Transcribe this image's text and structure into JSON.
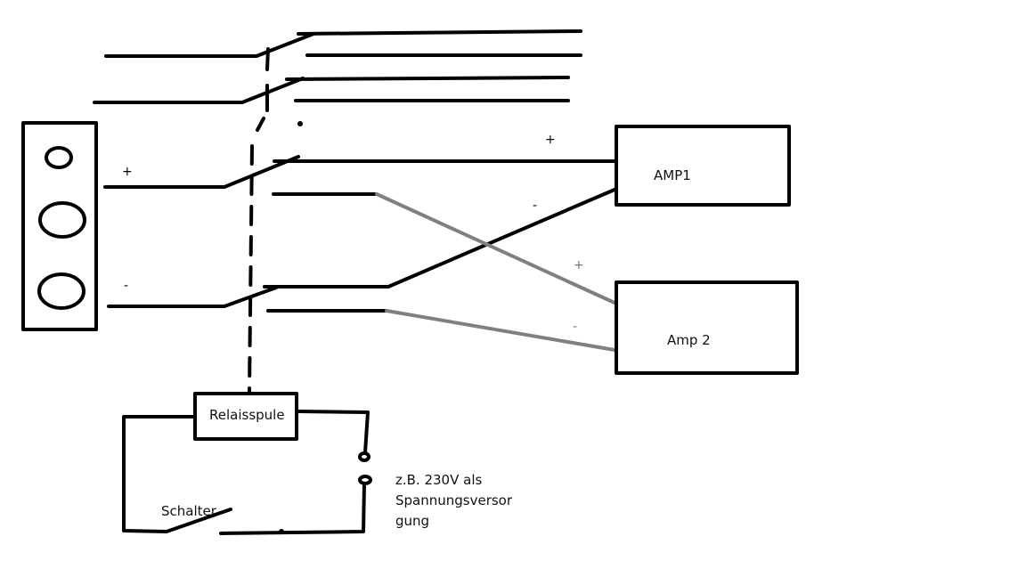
{
  "diagram": {
    "title": "Relay switching two amplifiers",
    "labels": {
      "amp1": "AMP1",
      "amp2": "Amp 2",
      "coil": "Relaisspule",
      "switch": "Schalter",
      "supply_line1": "z.B. 230V als",
      "supply_line2": "Spannungsversor",
      "supply_line3": "gung",
      "plus_in": "+",
      "minus_in": "-",
      "amp1_plus": "+",
      "amp1_minus": "-",
      "amp2_plus": "+",
      "amp2_minus": "-"
    },
    "colors": {
      "wire": "#000000",
      "amp2_wire": "#808080"
    }
  }
}
